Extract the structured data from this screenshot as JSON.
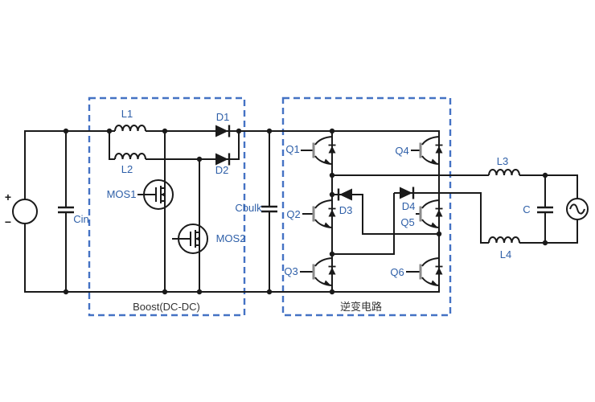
{
  "figure": {
    "type": "power-electronics-circuit-schematic",
    "background_color": "#ffffff",
    "wire_color": "#1a1a1a",
    "component_label_color": "#2E5FA8",
    "caption_color": "#333333",
    "region_box_color": "#4472C4"
  },
  "dc_source": {
    "plus": "+",
    "minus": "−"
  },
  "input": {
    "cin": "Cin"
  },
  "boost_section": {
    "caption": "Boost(DC-DC)",
    "components": {
      "l1": "L1",
      "l2": "L2",
      "mos1": "MOS1",
      "mos2": "MOS2",
      "d1": "D1",
      "d2": "D2"
    }
  },
  "dc_link": {
    "cbulk": "Cbulk"
  },
  "inverter_section": {
    "caption": "逆变电路",
    "components": {
      "q1": "Q1",
      "q2": "Q2",
      "q3": "Q3",
      "q4": "Q4",
      "q5": "Q5",
      "q6": "Q6",
      "d3": "D3",
      "d4": "D4"
    }
  },
  "output_filter": {
    "l3": "L3",
    "l4": "L4",
    "c": "C"
  }
}
